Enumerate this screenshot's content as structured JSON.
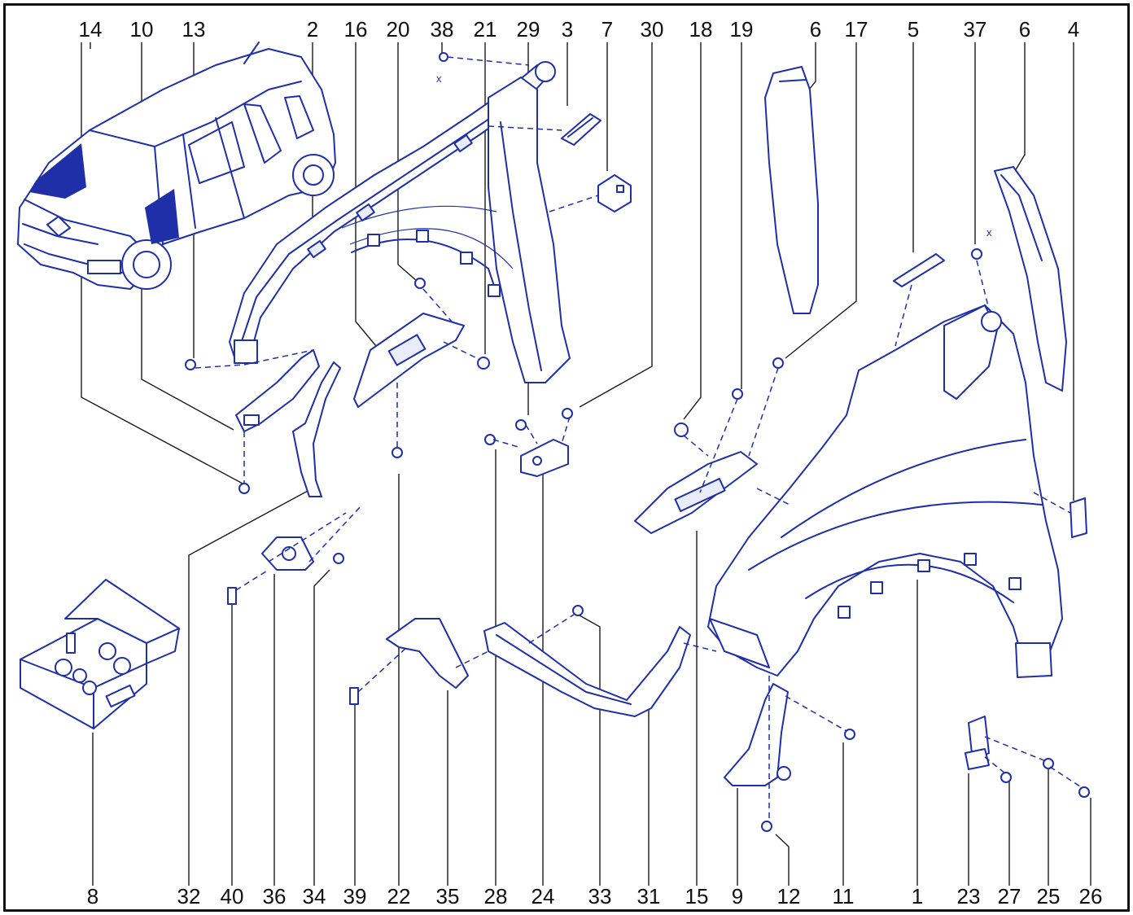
{
  "callouts_top": [
    "14",
    "10",
    "13",
    "2",
    "16",
    "20",
    "38",
    "21",
    "29",
    "3",
    "7",
    "30",
    "18",
    "19",
    "6",
    "17",
    "5",
    "37",
    "6",
    "4"
  ],
  "callouts_bottom": [
    "8",
    "32",
    "40",
    "36",
    "34",
    "39",
    "22",
    "35",
    "28",
    "24",
    "33",
    "31",
    "15",
    "9",
    "12",
    "11",
    "1",
    "23",
    "27",
    "25",
    "26"
  ],
  "axis_marks": [
    "x",
    "x"
  ],
  "colors": {
    "line_art": "#1f2fa8",
    "callout_text": "#111111",
    "frame": "#111111",
    "highlight": "#1f2fa8"
  }
}
